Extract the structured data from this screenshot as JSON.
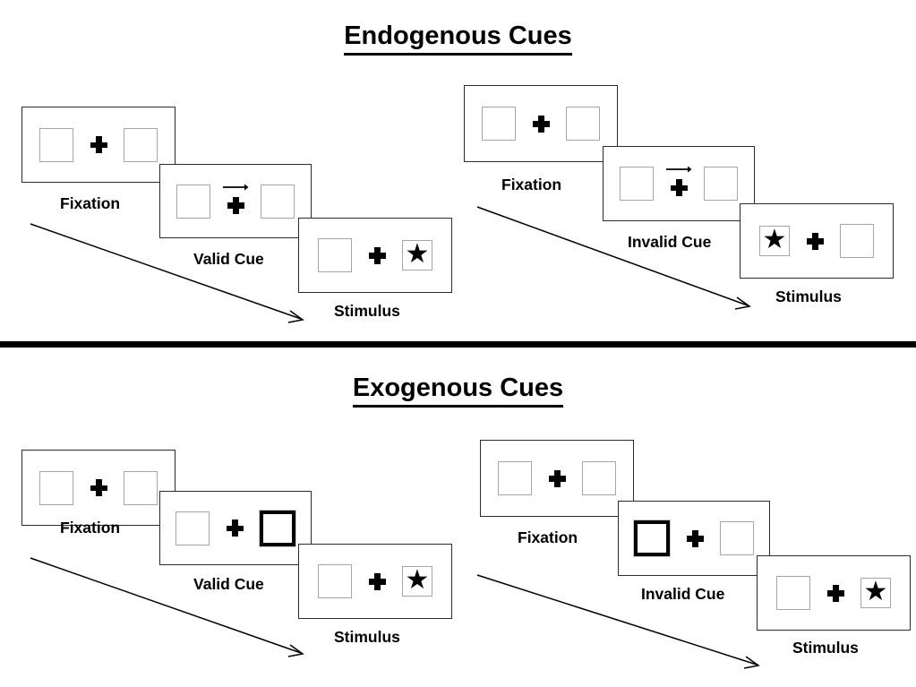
{
  "sections": [
    {
      "title": "Endogenous Cues",
      "columns": [
        {
          "name": "valid",
          "steps": [
            {
              "caption": "Fixation",
              "left_box": "empty",
              "right_box": "empty",
              "cue_arrow": false
            },
            {
              "caption": "Valid Cue",
              "left_box": "empty",
              "right_box": "empty",
              "cue_arrow": true,
              "cue_arrow_direction": "right"
            },
            {
              "caption": "Stimulus",
              "left_box": "empty",
              "right_box": "star",
              "cue_arrow": false
            }
          ],
          "timeline_arrow": "diagonal-down-right"
        },
        {
          "name": "invalid",
          "steps": [
            {
              "caption": "Fixation",
              "left_box": "empty",
              "right_box": "empty",
              "cue_arrow": false
            },
            {
              "caption": "Invalid Cue",
              "left_box": "empty",
              "right_box": "empty",
              "cue_arrow": true,
              "cue_arrow_direction": "right"
            },
            {
              "caption": "Stimulus",
              "left_box": "star",
              "right_box": "empty",
              "cue_arrow": false
            }
          ],
          "timeline_arrow": "diagonal-down-right"
        }
      ]
    },
    {
      "title": "Exogenous Cues",
      "columns": [
        {
          "name": "valid",
          "steps": [
            {
              "caption": "Fixation",
              "left_box": "empty",
              "right_box": "empty",
              "cue_arrow": false
            },
            {
              "caption": "Valid Cue",
              "left_box": "empty",
              "right_box": "cue",
              "cue_arrow": false
            },
            {
              "caption": "Stimulus",
              "left_box": "empty",
              "right_box": "star",
              "cue_arrow": false
            }
          ],
          "timeline_arrow": "diagonal-down-right"
        },
        {
          "name": "invalid",
          "steps": [
            {
              "caption": "Fixation",
              "left_box": "empty",
              "right_box": "empty",
              "cue_arrow": false
            },
            {
              "caption": "Invalid Cue",
              "left_box": "cue",
              "right_box": "empty",
              "cue_arrow": false
            },
            {
              "caption": "Stimulus",
              "left_box": "empty",
              "right_box": "star",
              "cue_arrow": false
            }
          ],
          "timeline_arrow": "diagonal-down-right"
        }
      ]
    }
  ],
  "glyphs": {
    "star": "★",
    "fixation_cross": "plus-sign",
    "arrow": "rightwards-arrow"
  },
  "colors": {
    "frame_border": "#2b2b2b",
    "placeholder_border": "#a6a6a6",
    "cue_border": "#000000",
    "text": "#000000",
    "background": "#ffffff",
    "divider": "#000000"
  }
}
